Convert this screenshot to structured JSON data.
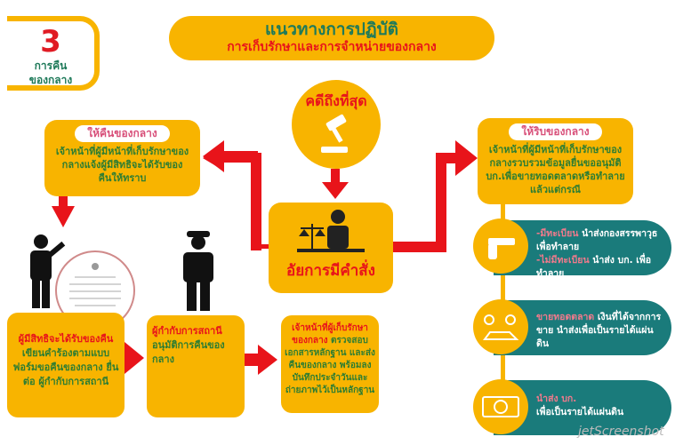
{
  "badge": {
    "number": "3",
    "line1": "การคืน",
    "line2": "ของกลาง"
  },
  "header": {
    "title": "แนวทางการปฏิบัติ",
    "subtitle": "การเก็บรักษาและการจำหน่ายของกลาง"
  },
  "final_case": "คดีถึงที่สุด",
  "prosecutor": "อัยการมีคำสั่ง",
  "return_box": {
    "heading": "ให้คืนของกลาง",
    "text": "เจ้าหน้าที่ผู้มีหน้าที่เก็บรักษาของกลางแจ้งผู้มีสิทธิจะได้รับของคืนให้ทราบ"
  },
  "seize_box": {
    "heading": "ให้ริบของกลาง",
    "text": "เจ้าหน้าที่ผู้มีหน้าที่เก็บรักษาของกลางรวบรวมข้อมูลยื่นขออนุมัติ บก.เพื่อขายทอดตลาดหรือทำลายแล้วแต่กรณี"
  },
  "steps": [
    {
      "highlight": "ผู้มีสิทธิจะได้รับของคืน",
      "text": " เขียนคำร้องตามแบบฟอร์มขอคืนของกลาง ยื่นต่อ ผู้กำกับการสถานี"
    },
    {
      "highlight": "ผู้กำกับการสถานี",
      "text": " อนุมัติการคืนของกลาง"
    },
    {
      "highlight": "เจ้าหน้าที่ผู้เก็บรักษาของกลาง",
      "text": " ตรวจสอบเอกสารหลักฐาน และส่งคืนของกลาง พร้อมลงบันทึกประจำวันและถ่ายภาพไว้เป็นหลักฐาน"
    }
  ],
  "disposal": [
    {
      "icon": "gun",
      "lines": [
        {
          "h": "-มีทะเบียน",
          "t": " นำส่งกองสรรพาวุธ เพื่อทำลาย"
        },
        {
          "h": "-ไม่มีทะเบียน",
          "t": " นำส่ง บก. เพื่อทำลาย"
        }
      ]
    },
    {
      "icon": "vehicles",
      "lines": [
        {
          "h": "ขายทอดตลาด",
          "t": " เงินที่ได้จากการขาย นำส่งเพื่อเป็นรายได้แผ่นดิน"
        }
      ]
    },
    {
      "icon": "money",
      "lines": [
        {
          "h": "นำส่ง บก.",
          "t": " เพื่อเป็นรายได้แผ่นดิน"
        }
      ]
    }
  ],
  "watermark": "jetScreenshot"
}
